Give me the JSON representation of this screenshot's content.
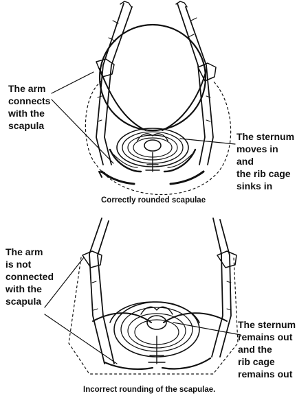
{
  "top": {
    "label_left": "The arm\nconnects\nwith the\nscapula",
    "label_right": "The sternum\nmoves in and\nthe rib cage\nsinks in",
    "caption": "Correctly rounded scapulae"
  },
  "bottom": {
    "label_left": "The arm\nis not\nconnected\nwith the\nscapula",
    "label_right": "The sternum\nremains out\nand the\nrib cage\nremains out",
    "caption": "Incorrect rounding of the scapulae."
  }
}
